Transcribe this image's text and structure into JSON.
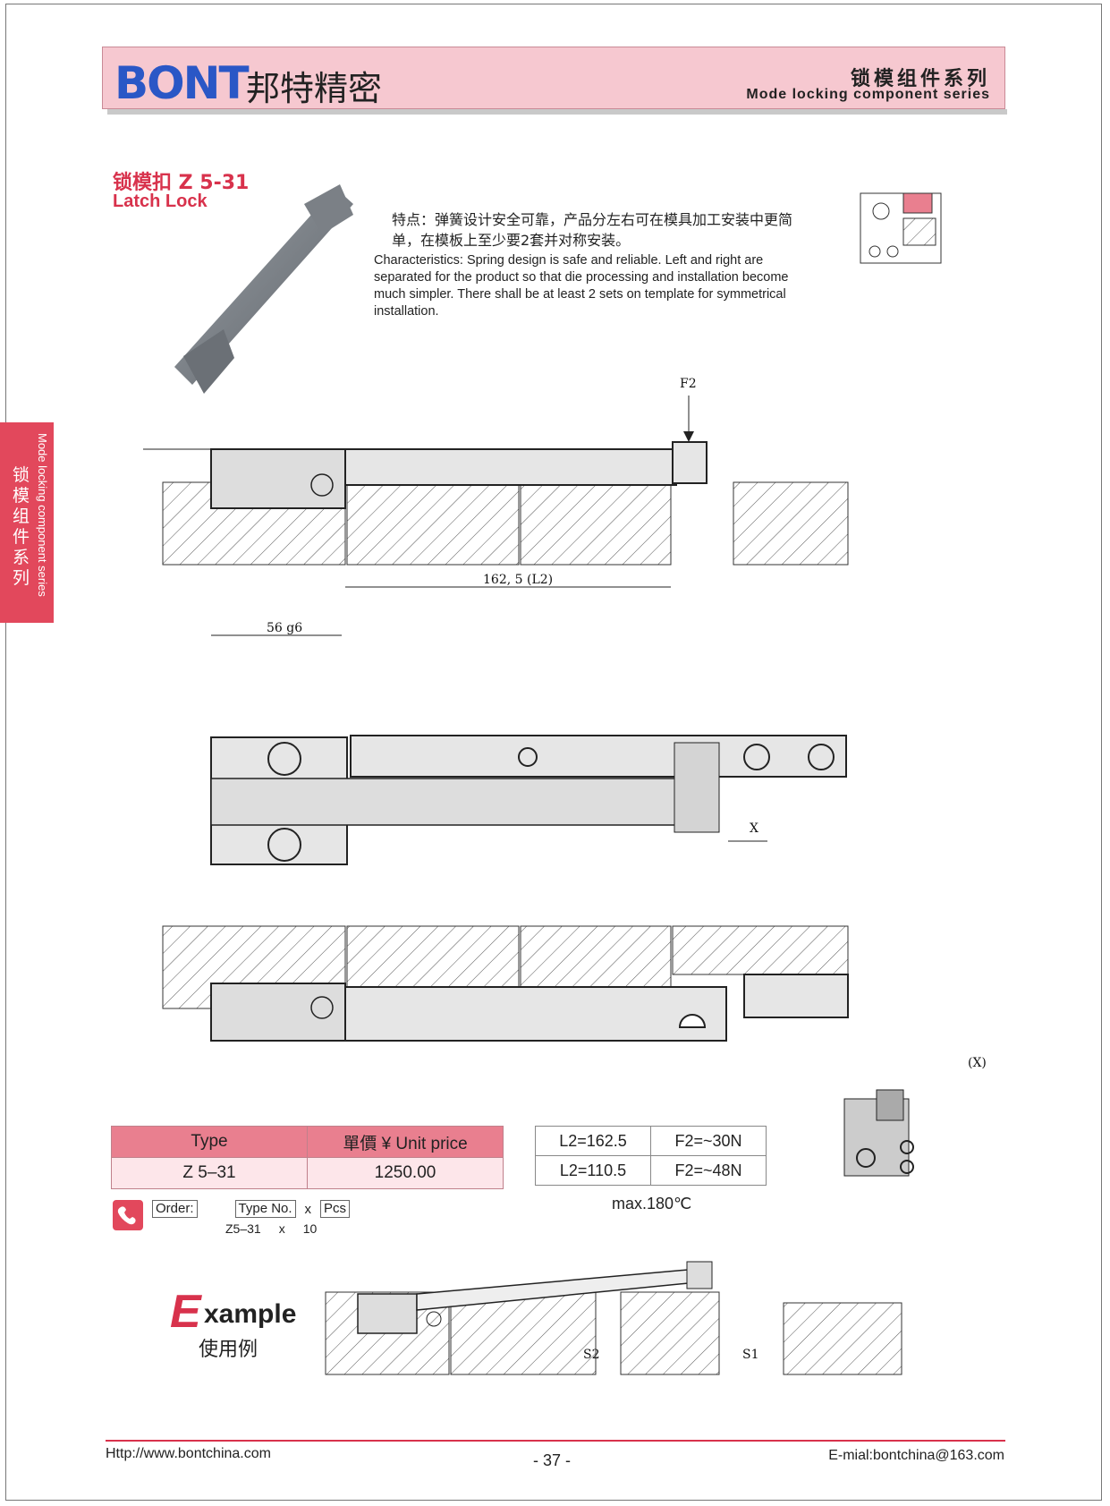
{
  "header": {
    "logo": "BONT",
    "company_cn": "邦特精密",
    "series_cn": "锁模组件系列",
    "series_en": "Mode locking component series"
  },
  "side_tab": {
    "cn": "锁模组件系列",
    "en": "Mode locking component series"
  },
  "product": {
    "title_cn": "锁模扣  Z 5-31",
    "title_en": "Latch Lock",
    "desc_cn": "特点：弹簧设计安全可靠，产品分左右可在模具加工安装中更简单，在模板上至少要2套并对称安装。",
    "desc_en": "Characteristics: Spring design is safe and reliable. Left and right are separated for the product so that die processing and installation become much simpler. There shall be at least 2 sets on template for symmetrical installation."
  },
  "drawing_labels": {
    "f2": "F2",
    "x_view": "X",
    "x_view_title": "(X)",
    "l2": "162, 5  (L2)",
    "g6_56": "56  g6",
    "s2": "S2",
    "s1": "S1"
  },
  "price_table": {
    "header_type": "Type",
    "header_price": "單價 ¥ Unit price",
    "type": "Z 5–31",
    "price": "1250.00"
  },
  "spec_table": {
    "rows": [
      {
        "l2": "L2=162.5",
        "f2": "F2=~30N"
      },
      {
        "l2": "L2=110.5",
        "f2": "F2=~48N"
      }
    ],
    "max_temp": "max.180℃"
  },
  "order": {
    "label": "Order:",
    "type_no_label": "Type No.",
    "x": "x",
    "pcs_label": "Pcs",
    "example_type": "Z5–31",
    "example_x": "x",
    "example_qty": "10"
  },
  "example": {
    "title_letter": "E",
    "title_rest": "xample",
    "title_cn": "使用例"
  },
  "footer": {
    "url": "Http://www.bontchina.com",
    "page": "- 37 -",
    "email": "E-mial:bontchina@163.com"
  },
  "colors": {
    "accent": "#d8324c",
    "header_bg": "#f6c8d0",
    "logo_blue": "#2a57c6"
  }
}
